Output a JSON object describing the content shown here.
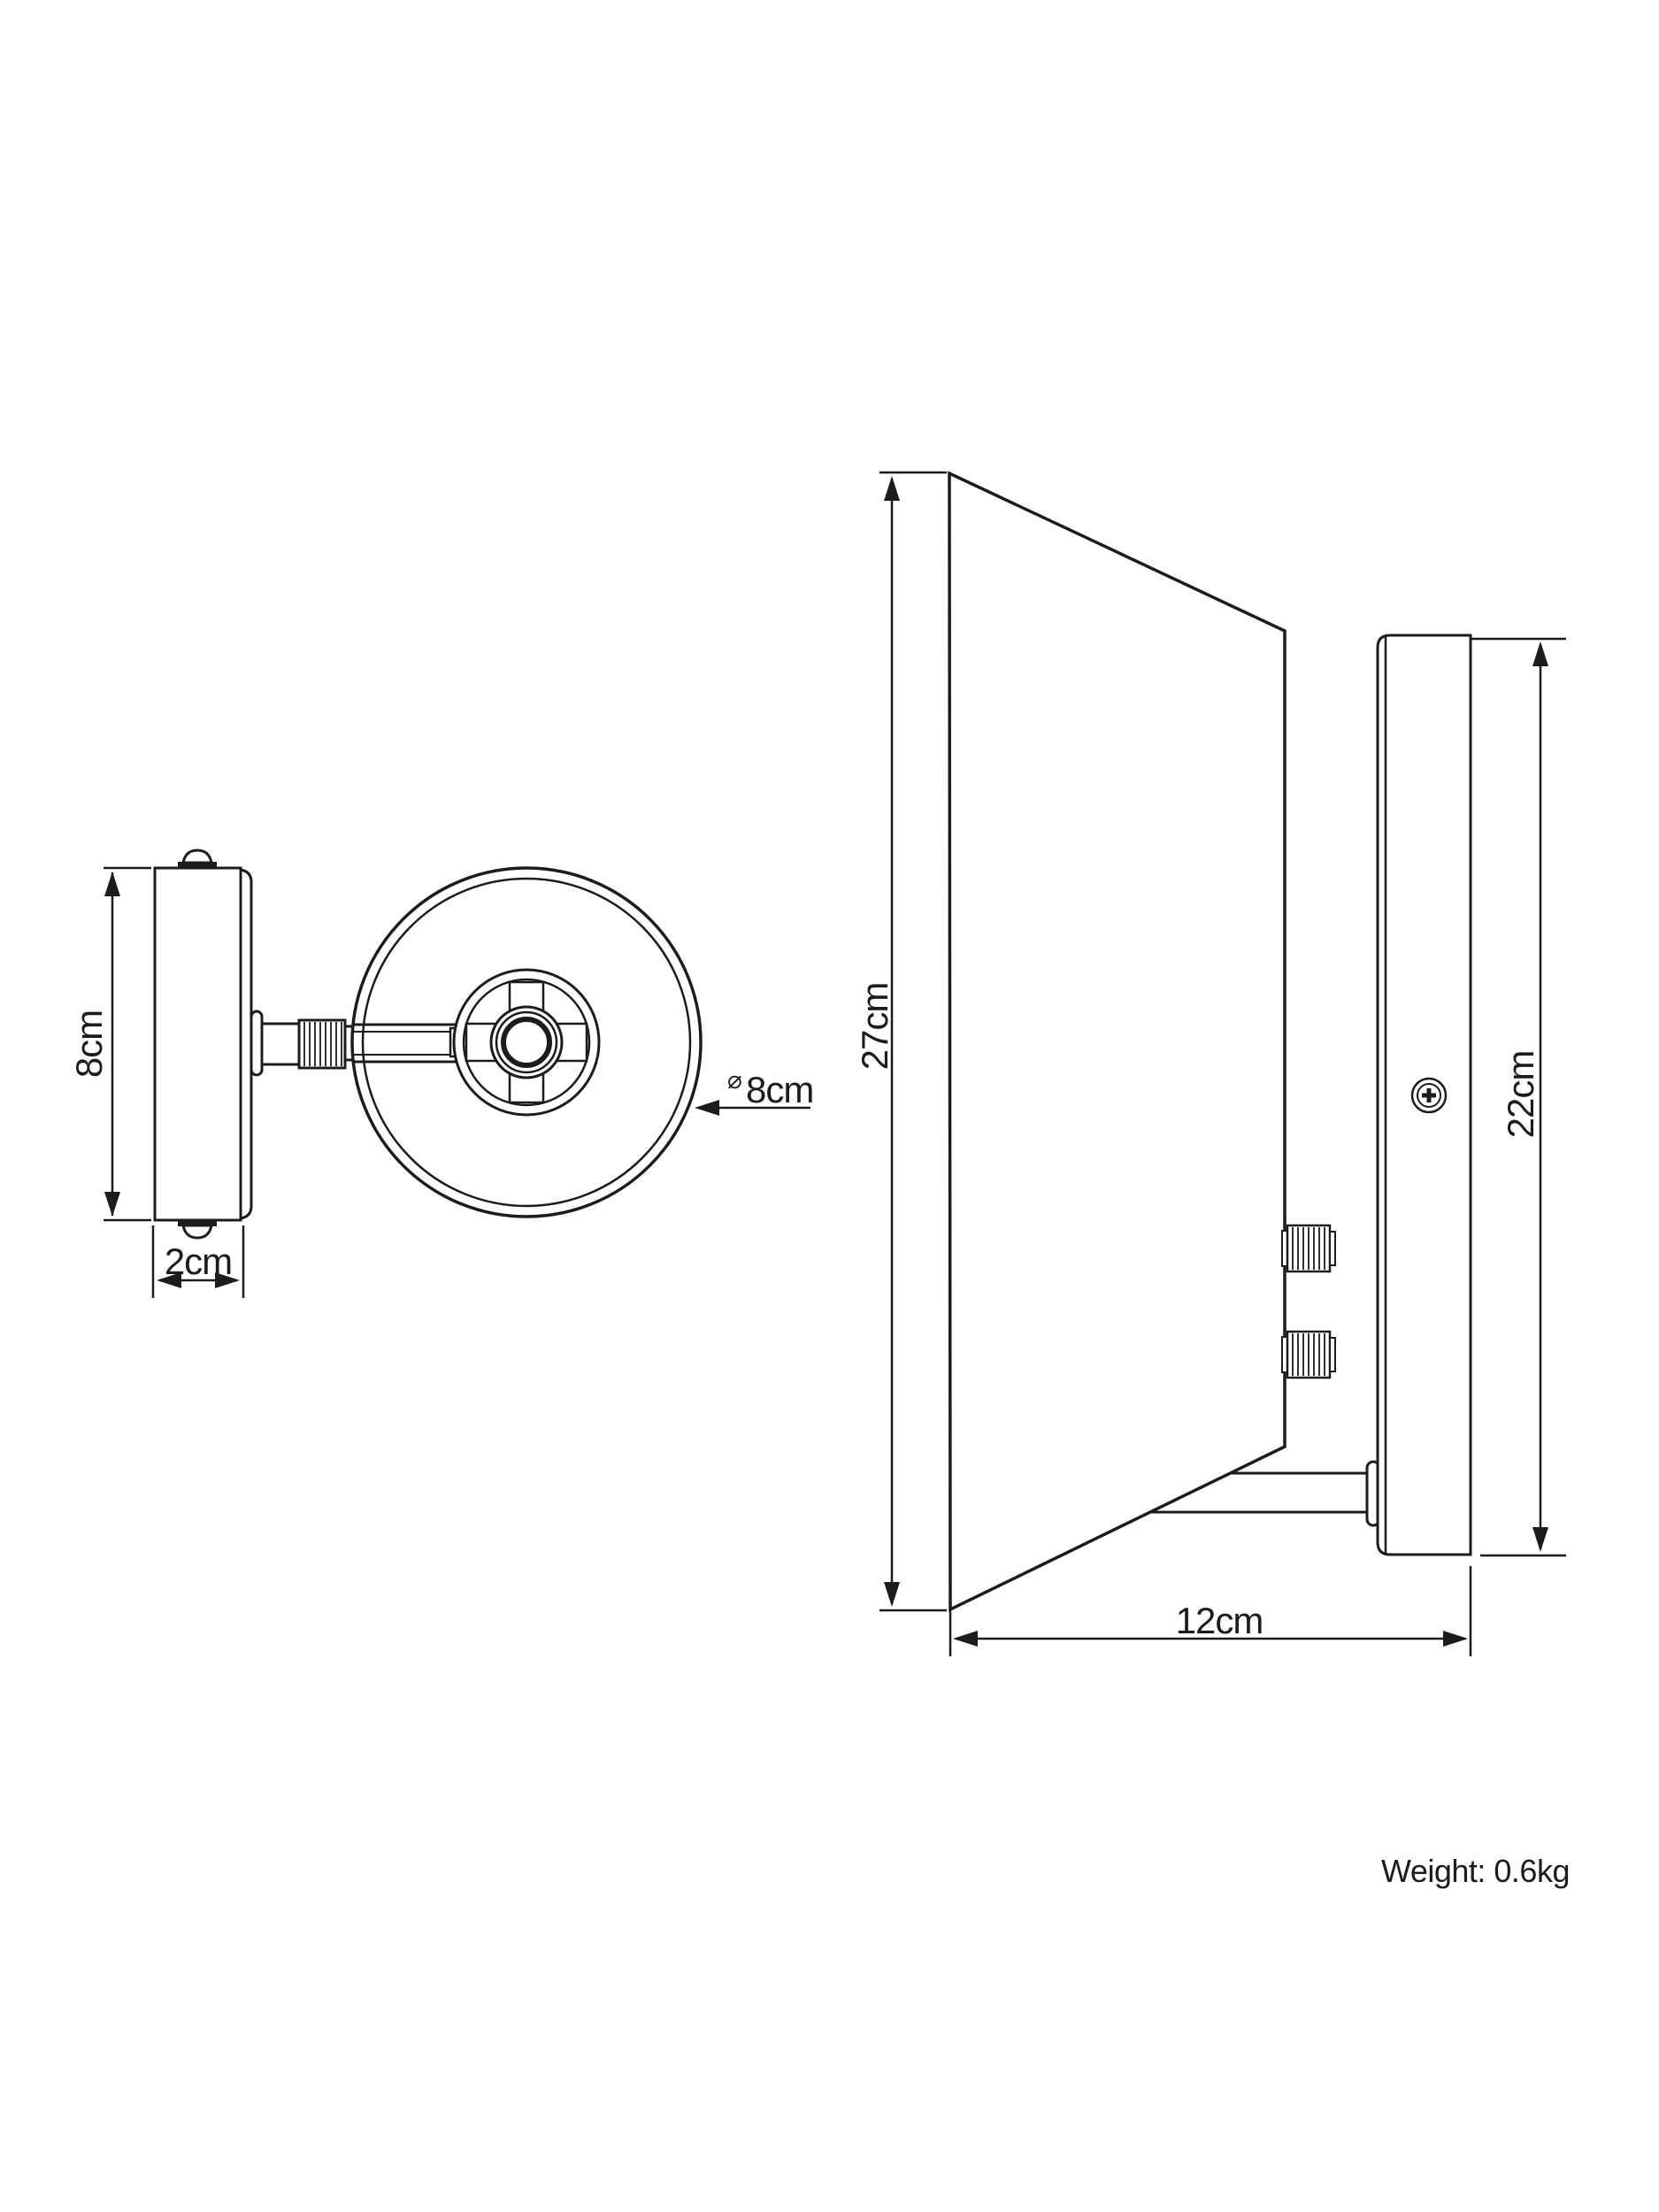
{
  "colors": {
    "background": "#ffffff",
    "ink": "#1c1c1c"
  },
  "front_view": {
    "plate_height": "8cm",
    "plate_depth": "2cm",
    "diameter_symbol": "⌀",
    "diameter": "8cm"
  },
  "side_view": {
    "overall_height": "27cm",
    "backplate_height": "22cm",
    "projection": "12cm"
  },
  "weight_note": "Weight: 0.6kg"
}
